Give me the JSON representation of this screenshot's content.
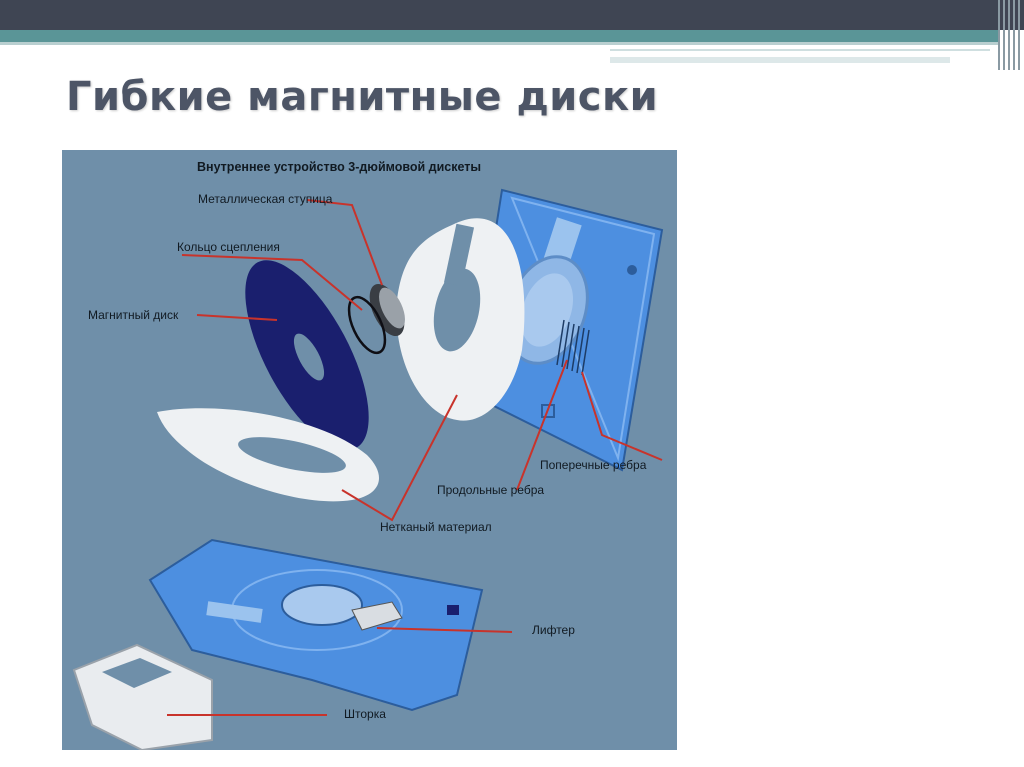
{
  "slide": {
    "title": "Гибкие магнитные диски"
  },
  "figure": {
    "heading": "Внутреннее устройство 3-дюймовой дискеты",
    "labels": {
      "hub": "Металлическая ступица",
      "clutch_ring": "Кольцо сцепления",
      "magnetic_disk": "Магнитный диск",
      "cross_ribs": "Поперечные ребра",
      "long_ribs": "Продольные ребра",
      "nonwoven": "Нетканый материал",
      "lifter": "Лифтер",
      "shutter": "Шторка"
    }
  },
  "colors": {
    "header_dark": "#3f4553",
    "header_teal": "#5a9597",
    "title_text": "#4d5566",
    "figure_bg": "#6f8fa9",
    "case_blue": "#4d8fe0",
    "disk_dark": "#1a1f6e",
    "leader_red": "#c8332b"
  }
}
